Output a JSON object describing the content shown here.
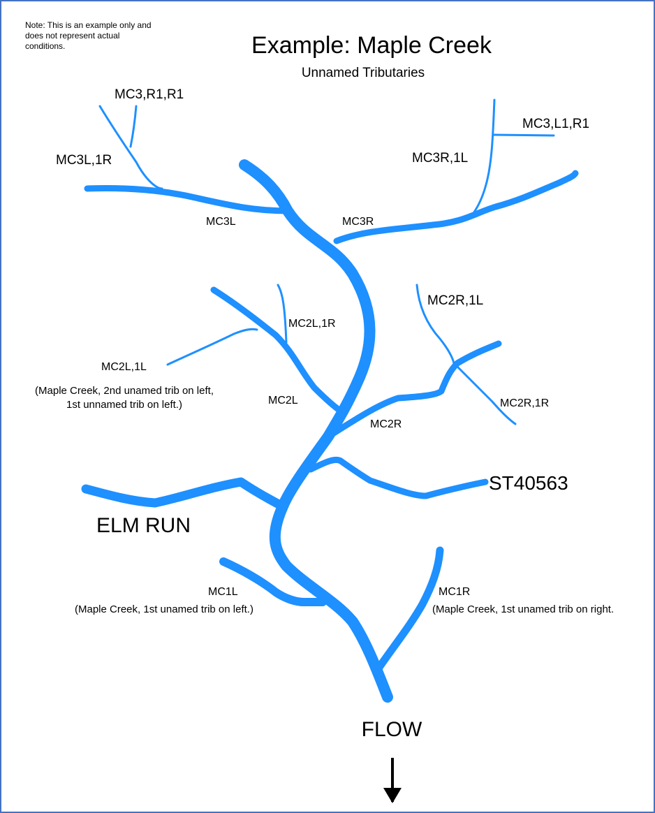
{
  "note": [
    "Note: This is an example only and",
    "does not represent actual",
    "conditions."
  ],
  "title": "Example: Maple Creek",
  "subtitle": "Unnamed Tributaries",
  "labels": {
    "mc3_r1_r1": "MC3,R1,R1",
    "mc3l_1r": "MC3L,1R",
    "mc3l": "MC3L",
    "mc3r": "MC3R",
    "mc3r_1l": "MC3R,1L",
    "mc3_l1_r1": "MC3,L1,R1",
    "mc2l_1r": "MC2L,1R",
    "mc2l_1l": "MC2L,1L",
    "mc2l_note": [
      "(Maple Creek, 2nd unamed trib on left,",
      "1st unnamed trib on left.)"
    ],
    "mc2l": "MC2L",
    "mc2r": "MC2R",
    "mc2r_1l": "MC2R,1L",
    "mc2r_1r": "MC2R,1R",
    "st40563": "ST40563",
    "elm_run": "ELM RUN",
    "mc1l": "MC1L",
    "mc1l_note": "(Maple Creek, 1st unamed trib on left.)",
    "mc1r": "MC1R",
    "mc1r_note": "(Maple Creek, 1st unamed trib on right.",
    "flow": "FLOW"
  },
  "colors": {
    "river": "#1e90ff",
    "border": "#4472c4",
    "text": "#000000"
  },
  "icons": {
    "flow_arrow": "down-arrow-icon"
  }
}
